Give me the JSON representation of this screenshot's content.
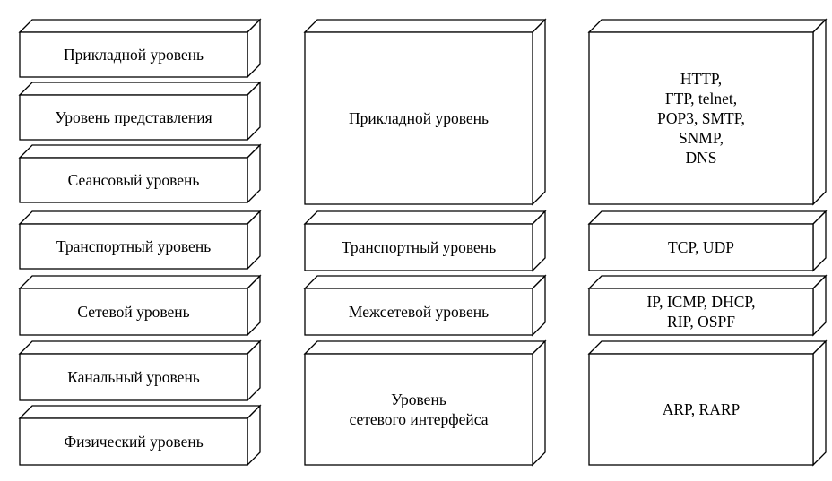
{
  "diagram": {
    "columns": [
      {
        "id": "osi",
        "boxes": [
          {
            "id": "osi-application",
            "lines": [
              "Прикладной уровень"
            ]
          },
          {
            "id": "osi-presentation",
            "lines": [
              "Уровень представления"
            ]
          },
          {
            "id": "osi-session",
            "lines": [
              "Сеансовый уровень"
            ]
          },
          {
            "id": "osi-transport",
            "lines": [
              "Транспортный уровень"
            ]
          },
          {
            "id": "osi-network",
            "lines": [
              "Сетевой уровень"
            ]
          },
          {
            "id": "osi-datalink",
            "lines": [
              "Канальный уровень"
            ]
          },
          {
            "id": "osi-physical",
            "lines": [
              "Физический уровень"
            ]
          }
        ]
      },
      {
        "id": "tcpip",
        "boxes": [
          {
            "id": "tcpip-application",
            "lines": [
              "Прикладной уровень"
            ]
          },
          {
            "id": "tcpip-transport",
            "lines": [
              "Транспортный уровень"
            ]
          },
          {
            "id": "tcpip-internet",
            "lines": [
              "Межсетевой уровень"
            ]
          },
          {
            "id": "tcpip-network-interface",
            "lines": [
              "Уровень",
              "сетевого интерфейса"
            ]
          }
        ]
      },
      {
        "id": "protocols",
        "boxes": [
          {
            "id": "protocols-application",
            "lines": [
              "HTTP,",
              "FTP, telnet,",
              "POP3, SMTP,",
              "SNMP,",
              "DNS"
            ]
          },
          {
            "id": "protocols-transport",
            "lines": [
              "TCP, UDP"
            ]
          },
          {
            "id": "protocols-internet",
            "lines": [
              "IP, ICMP, DHCP,",
              "RIP, OSPF"
            ]
          },
          {
            "id": "protocols-link",
            "lines": [
              "ARP, RARP"
            ]
          }
        ]
      }
    ]
  }
}
